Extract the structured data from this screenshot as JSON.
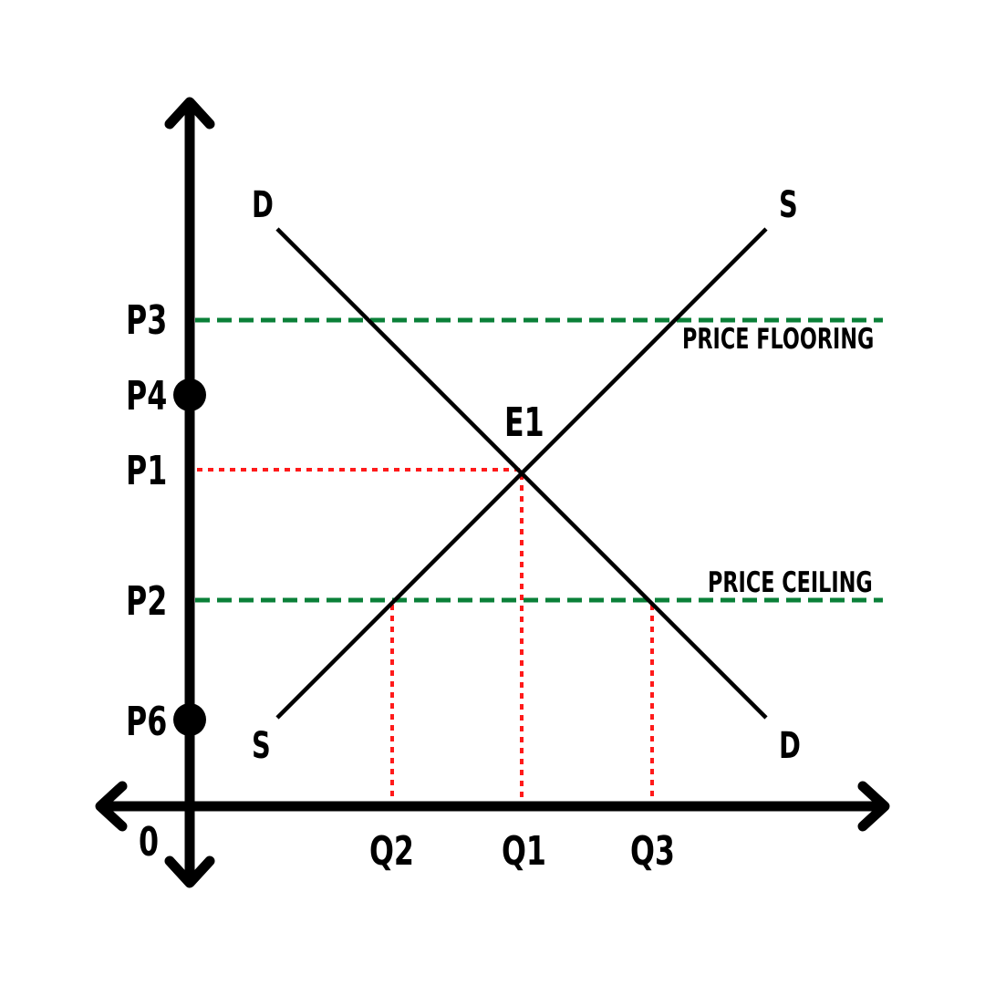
{
  "diagram": {
    "type": "supply-demand",
    "colors": {
      "axis": "#000000",
      "curves": "#000000",
      "policy_lines": "#0a8038",
      "guide_lines": "#ff1a1a",
      "background": "#ffffff"
    },
    "origin_label": "0",
    "price_labels": {
      "p3": "P3",
      "p4": "P4",
      "p1": "P1",
      "p2": "P2",
      "p6": "P6"
    },
    "quantity_labels": {
      "q2": "Q2",
      "q1": "Q1",
      "q3": "Q3"
    },
    "curve_labels": {
      "demand_top": "D",
      "demand_bottom": "D",
      "supply_top": "S",
      "supply_bottom": "S"
    },
    "equilibrium_label": "E1",
    "policy_labels": {
      "price_floor": "PRICE FLOORING",
      "price_ceiling": "PRICE CEILING"
    },
    "markers": [
      "P4",
      "P6"
    ]
  }
}
